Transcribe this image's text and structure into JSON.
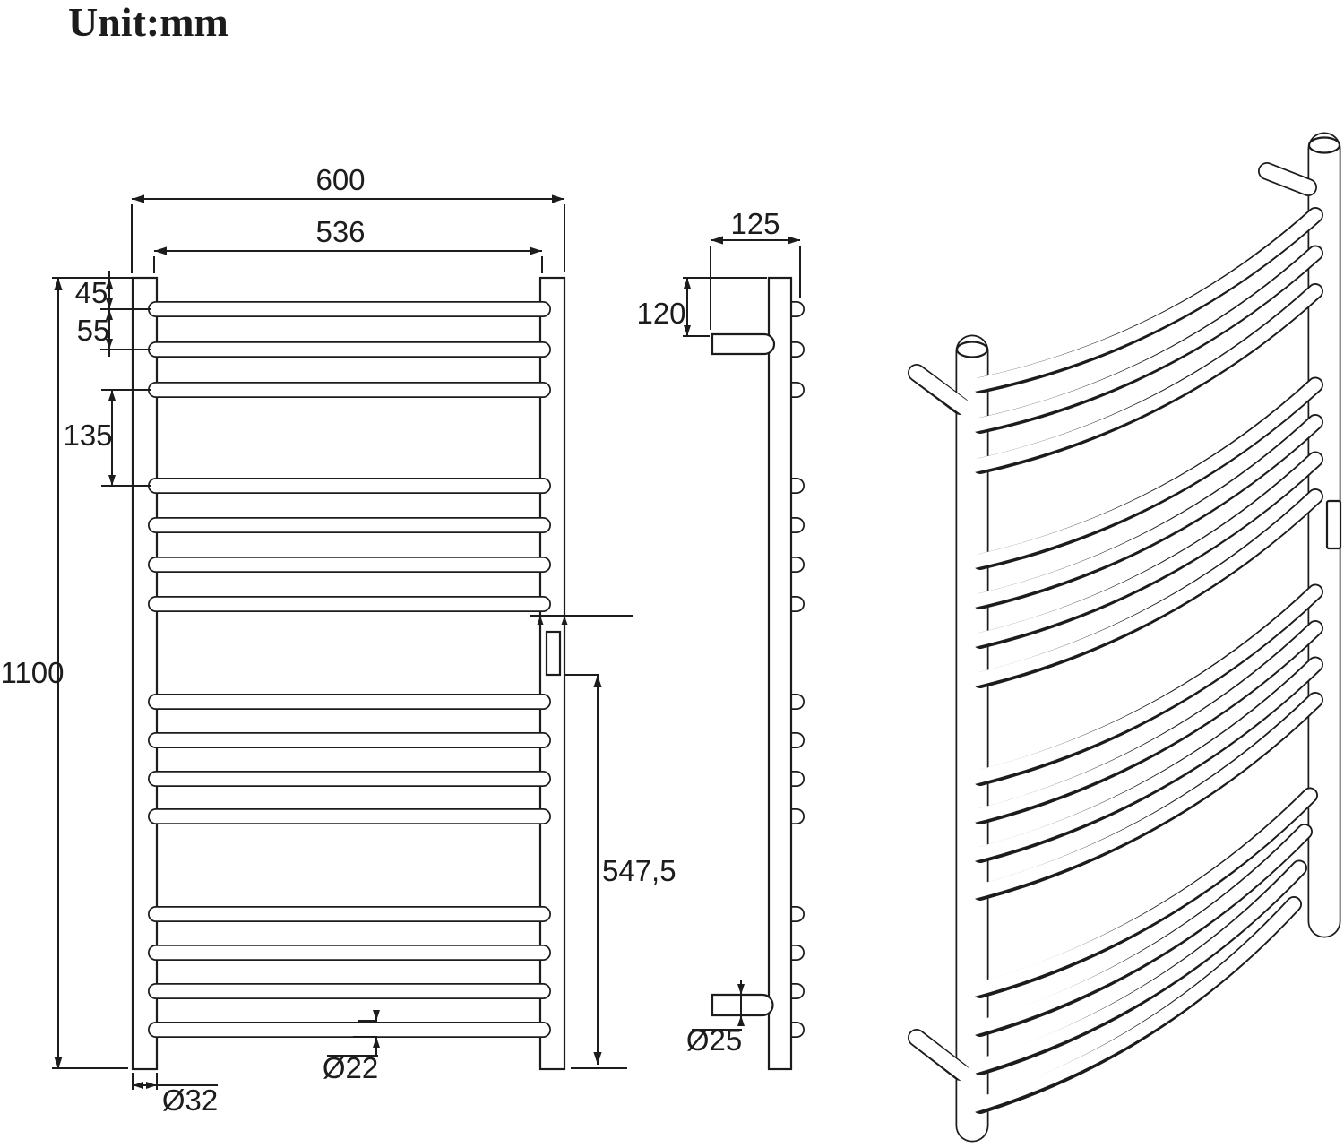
{
  "title": {
    "unit_label": "Unit:mm"
  },
  "dimensions": {
    "front": {
      "overall_width": "600",
      "rail_length": "536",
      "top_to_first_rung": "45",
      "rung_spacing": "55",
      "section_gap": "135",
      "overall_height": "1100",
      "post_diameter": "Ø32",
      "rung_diameter": "Ø22",
      "heater_to_bottom": "547,5"
    },
    "side": {
      "depth": "125",
      "top_to_bracket": "120",
      "bracket_diameter": "Ø25"
    }
  },
  "line_color": "#1c1c1c"
}
